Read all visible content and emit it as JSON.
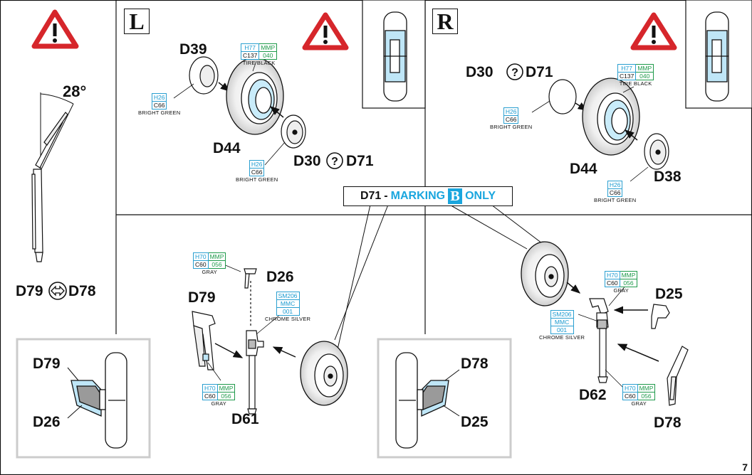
{
  "left_panel": {
    "angle": "28°",
    "parts": {
      "a": "D79",
      "b": "D78"
    }
  },
  "section_L": {
    "letter": "L",
    "parts": {
      "wheel_half": "D39",
      "tire": "D44",
      "hub_left": "D30",
      "hub_right": "D71"
    }
  },
  "section_R": {
    "letter": "R",
    "parts": {
      "cap_left": "D30",
      "cap_right": "D71",
      "tire": "D44",
      "hub": "D38"
    }
  },
  "note": {
    "part": "D71",
    "dash": "-",
    "text1": "MARKING",
    "letter": "B",
    "text2": "ONLY"
  },
  "strut_L": {
    "mount": "D26",
    "bracket": "D79",
    "strut": "D61"
  },
  "strut_R": {
    "mount": "D25",
    "strut": "D62",
    "bracket": "D78"
  },
  "inset_L": {
    "top": "D79",
    "bottom": "D26"
  },
  "inset_R": {
    "top": "D78",
    "bottom": "D25"
  },
  "paints": {
    "tire_black": {
      "h": "H77",
      "m": "MMP",
      "c": "C137",
      "mm": "040",
      "name": "TIRE BLACK"
    },
    "bright_green": {
      "h": "H26",
      "c": "C66",
      "name": "BRIGHT GREEN"
    },
    "gray": {
      "h": "H70",
      "m": "MMP",
      "c": "C60",
      "mm": "056",
      "name": "GRAY"
    },
    "chrome_silver": {
      "h": "SM206",
      "m": "MMC",
      "mm": "001",
      "name": "CHROME SILVER"
    }
  },
  "page_number": "7",
  "colors": {
    "accent_cyan": "#1aa6de",
    "warning_red": "#d6262b",
    "paint_green": "#1e9a4a",
    "line": "#111111"
  }
}
